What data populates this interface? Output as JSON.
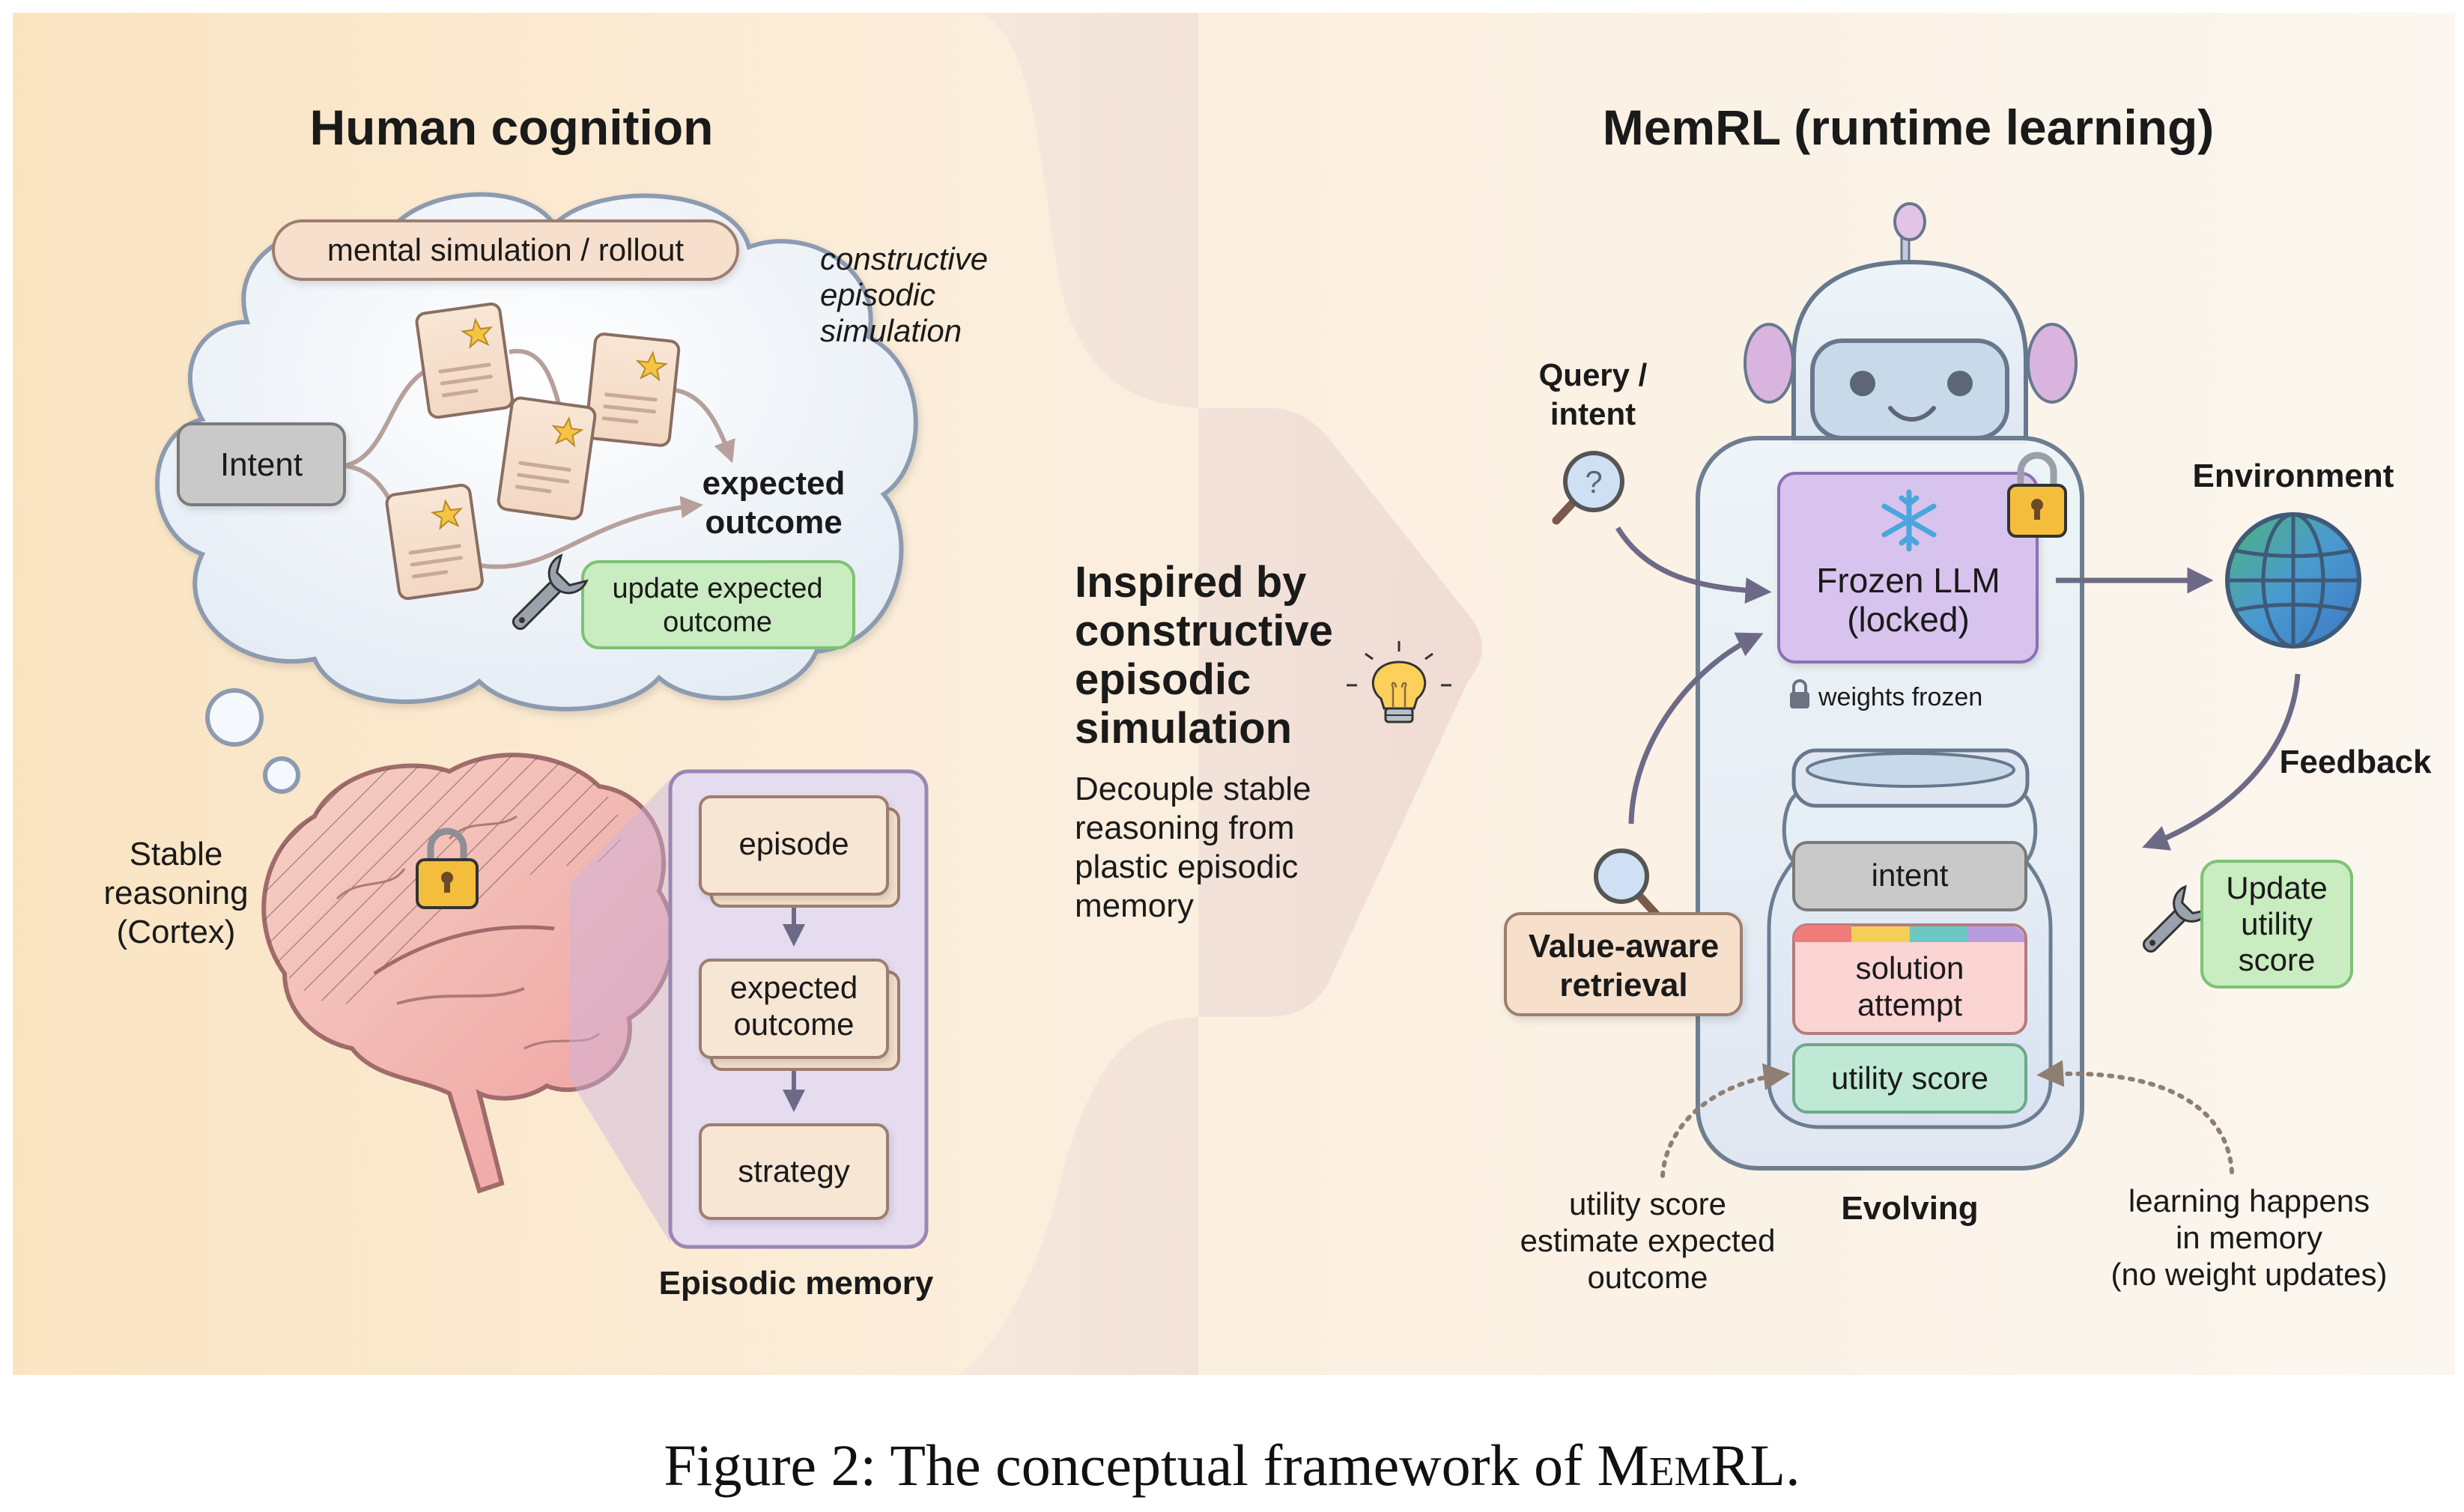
{
  "figure": {
    "caption_prefix": "Figure 2: The conceptual framework of ",
    "caption_name": "MemRL",
    "caption_suffix": "."
  },
  "colors": {
    "panel_left": "#fbe9cd",
    "panel_right": "#fbf5ee",
    "arrow_fill": "#efdcd6",
    "cloud_stroke": "#8d9bb0",
    "card_fill": "#f6dfcb",
    "card_stroke": "#8a6d62",
    "star": "#f4c542",
    "intent_fill": "#c9c9c9",
    "green_fill": "#c9ecc0",
    "green_stroke": "#7cc274",
    "purple_panel": "#e6dcf0",
    "purple_stroke": "#9b86b6",
    "llm_fill": "#d8c3ee",
    "llm_stroke": "#8d6fb3",
    "robot_fill": "#e6f0f6",
    "robot_stroke": "#67788d",
    "arrow_color": "#6c6a86",
    "lock_fill": "#f5bd3c",
    "utility_fill": "#bfe9d4",
    "solution_fill": "#fbd4d4",
    "text": "#1a1a1a"
  },
  "left": {
    "title": "Human cognition",
    "cloud_pill": "mental simulation / rollout",
    "side_note": [
      "constructive",
      "episodic",
      "simulation"
    ],
    "intent_label": "Intent",
    "expected_outcome": [
      "expected",
      "outcome"
    ],
    "update_box": [
      "update expected",
      "outcome"
    ],
    "stable_reasoning": [
      "Stable",
      "reasoning",
      "(Cortex)"
    ],
    "episodic_memory": {
      "items": [
        [
          "episode"
        ],
        [
          "expected",
          "outcome"
        ],
        [
          "strategy"
        ]
      ],
      "label": "Episodic memory"
    }
  },
  "middle": {
    "headline": [
      "Inspired by",
      "constructive",
      "episodic",
      "simulation"
    ],
    "body": [
      "Decouple stable",
      "reasoning from",
      "plastic episodic",
      "memory"
    ]
  },
  "right": {
    "title": "MemRL (runtime learning)",
    "query_label": [
      "Query /",
      "intent"
    ],
    "llm_box": [
      "Frozen LLM",
      "(locked)"
    ],
    "weights_note": "weights frozen",
    "environment_label": "Environment",
    "feedback_label": "Feedback",
    "retrieval_box": [
      "Value-aware",
      "retrieval"
    ],
    "update_box": [
      "Update",
      "utility",
      "score"
    ],
    "jar_items": {
      "intent": "intent",
      "solution": [
        "solution",
        "attempt"
      ],
      "utility": "utility score"
    },
    "evolving_label": "Evolving",
    "left_note": [
      "utility score",
      "estimate expected",
      "outcome"
    ],
    "right_note": [
      "learning happens",
      "in memory",
      "(no weight updates)"
    ]
  }
}
